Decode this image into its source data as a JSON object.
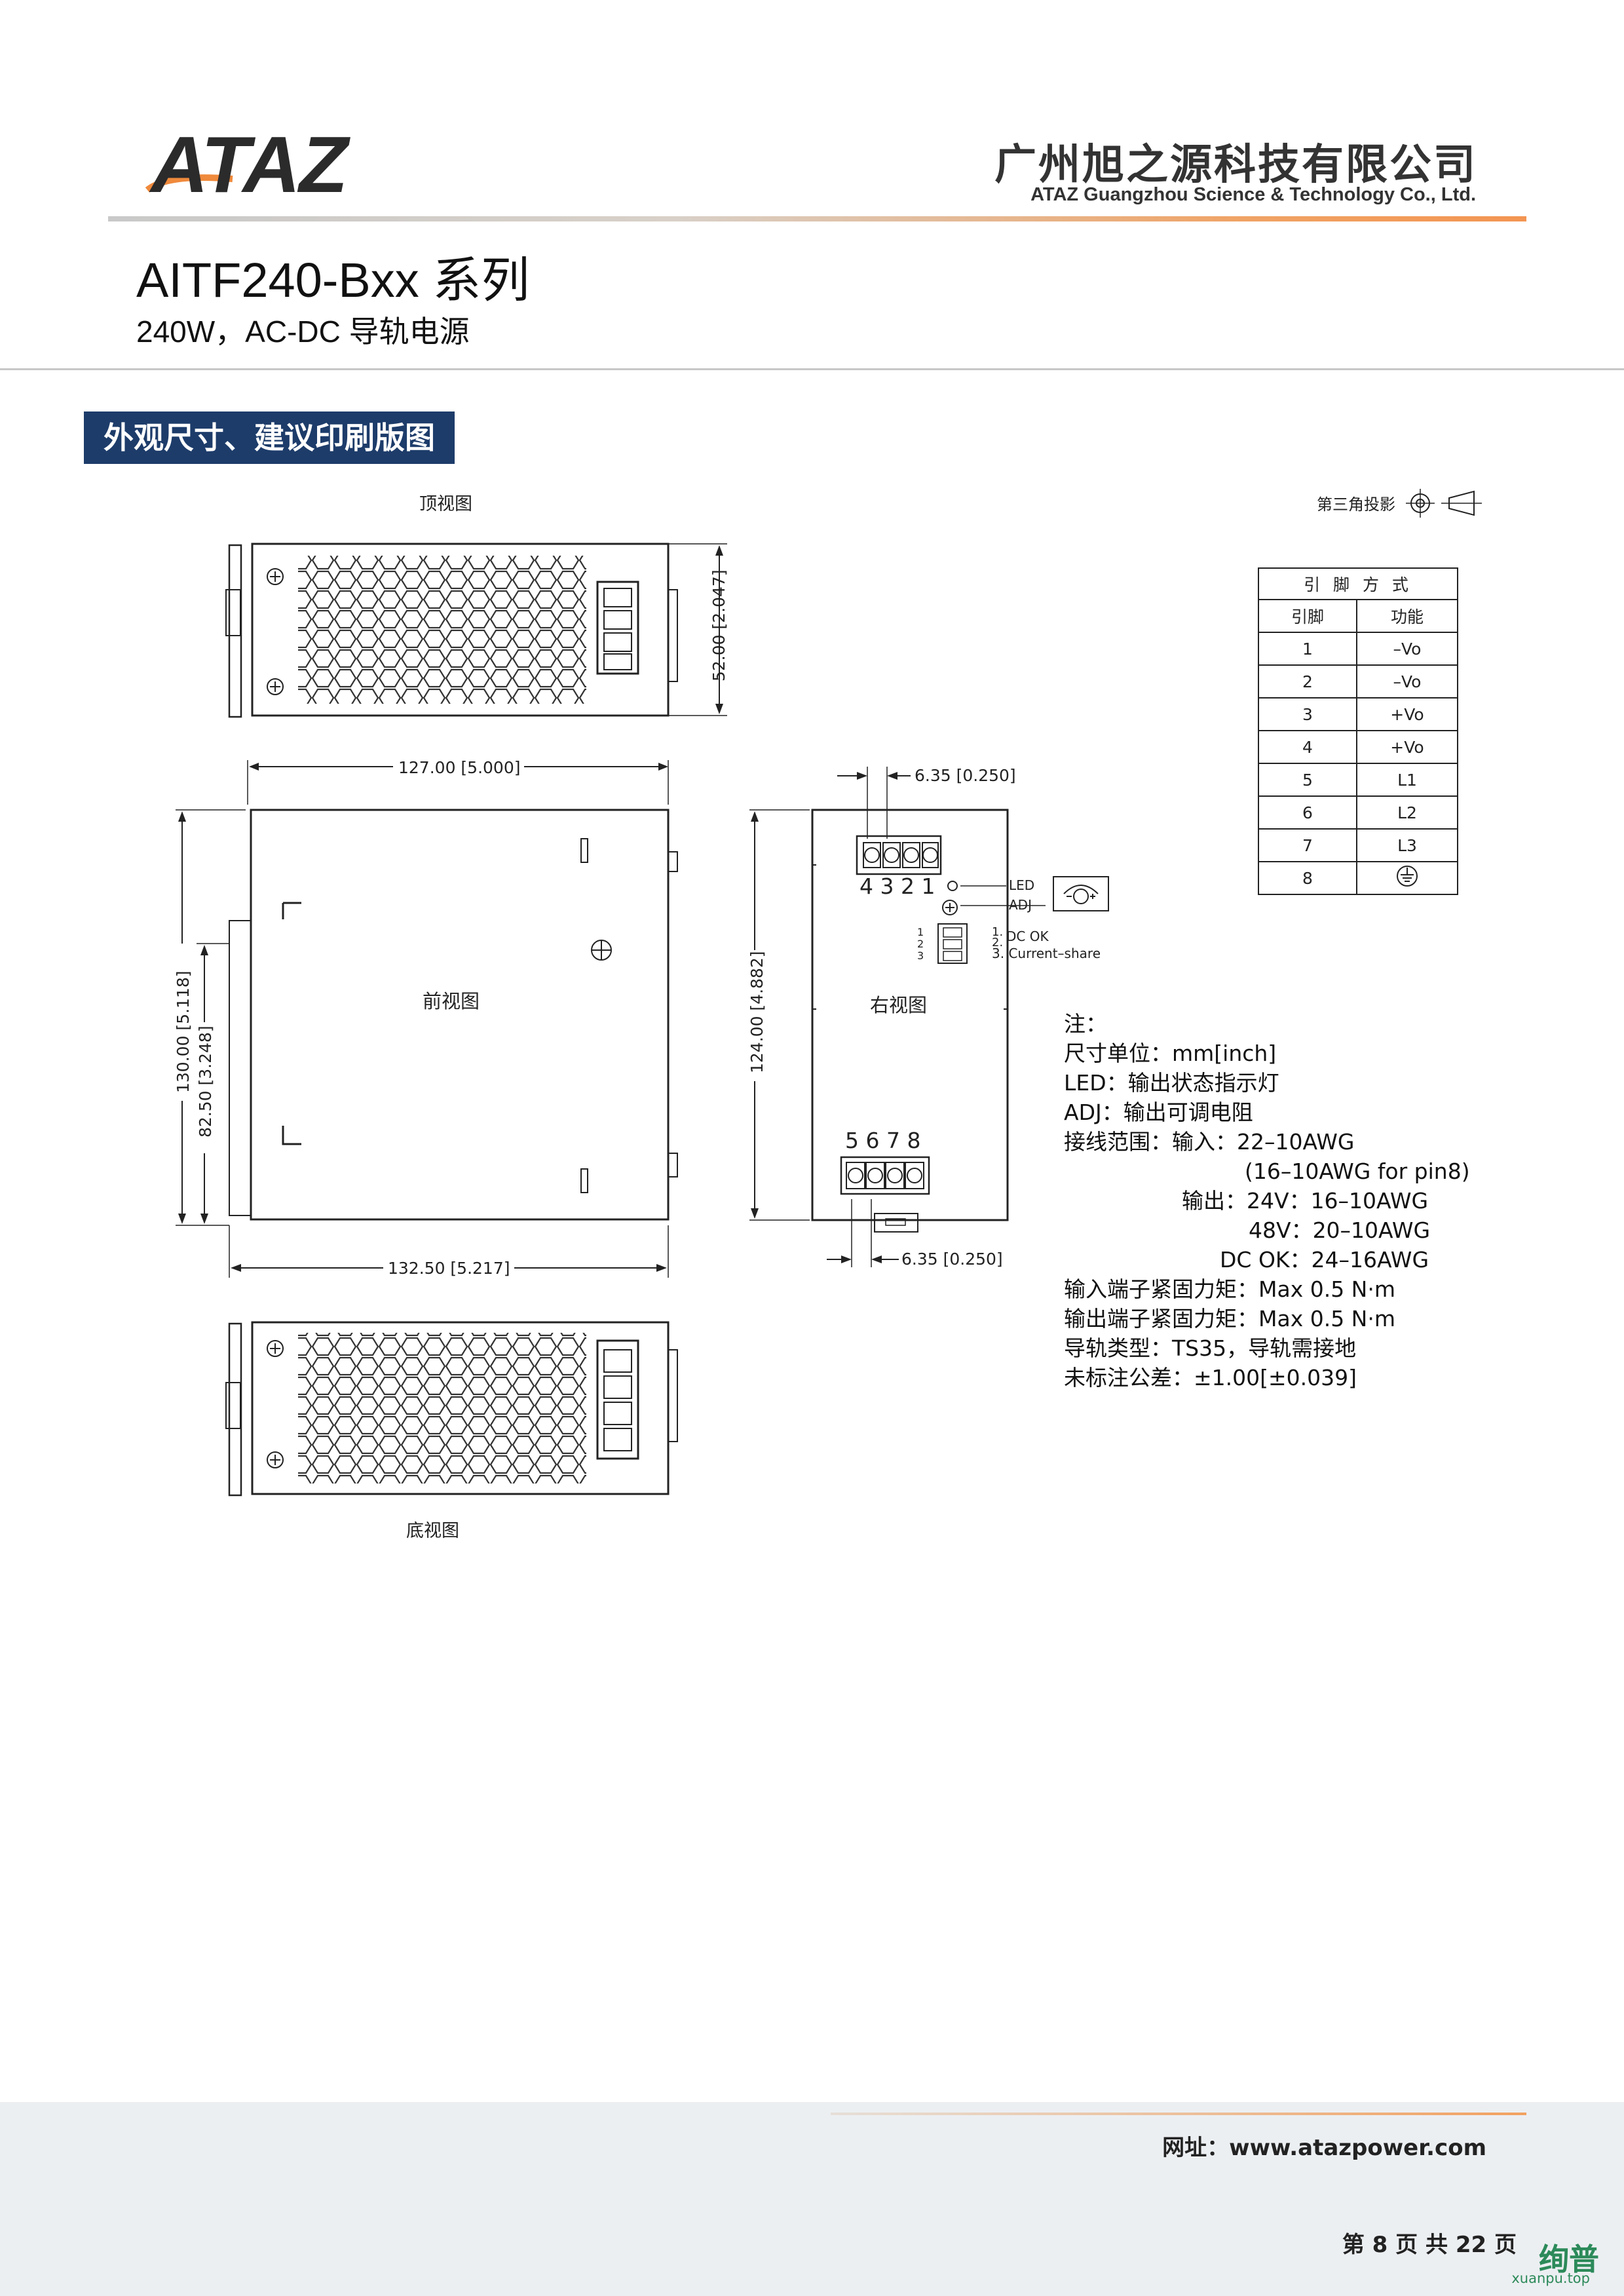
{
  "header": {
    "logo_text": "ATAZ",
    "company_cn": "广州旭之源科技有限公司",
    "company_en": "ATAZ Guangzhou Science & Technology Co., Ltd."
  },
  "product": {
    "title": "AITF240-Bxx 系列",
    "subtitle": "240W，AC-DC 导轨电源"
  },
  "section_title": "外观尺寸、建议印刷版图",
  "drawing": {
    "top_view": "顶视图",
    "front_view": "前视图",
    "right_view": "右视图",
    "bottom_view": "底视图",
    "projection": "第三角投影",
    "dims": {
      "height_top": "52.00 [2.047]",
      "width_front": "127.00 [5.000]",
      "height_front": "130.00 [5.118]",
      "rail_height": "82.50 [3.248]",
      "depth_bottom": "132.50 [5.217]",
      "height_right": "124.00 [4.882]",
      "pitch_top": "6.35 [0.250]",
      "pitch_bottom": "6.35 [0.250]"
    },
    "pins_top": "4 3 2 1",
    "pins_bottom": "5 6 7 8",
    "led": "LED",
    "adj": "ADJ",
    "dcok_nums": "1.\n2.\n3.",
    "dcok": "DC OK",
    "current_share": "3. Current–share",
    "small_nums": "1\n2\n3"
  },
  "pin_table": {
    "title": "引 脚 方 式",
    "headers": [
      "引脚",
      "功能"
    ],
    "rows": [
      [
        "1",
        "–Vo"
      ],
      [
        "2",
        "–Vo"
      ],
      [
        "3",
        "+Vo"
      ],
      [
        "4",
        "+Vo"
      ],
      [
        "5",
        "L1"
      ],
      [
        "6",
        "L2"
      ],
      [
        "7",
        "L3"
      ],
      [
        "8",
        ""
      ]
    ]
  },
  "notes": {
    "l1": "注：",
    "l2": "尺寸单位：mm[inch]",
    "l3": "LED：输出状态指示灯",
    "l4": "ADJ：输出可调电阻",
    "l5": "接线范围：输入：22–10AWG",
    "l6": "(16–10AWG for pin8)",
    "l7": "输出：24V：16–10AWG",
    "l8": "48V：20–10AWG",
    "l9": "DC OK：24–16AWG",
    "l10": "输入端子紧固力矩：Max 0.5 N·m",
    "l11": "输出端子紧固力矩：Max 0.5 N·m",
    "l12": "导轨类型：TS35，导轨需接地",
    "l13": "未标注公差：±1.00[±0.039]"
  },
  "footer": {
    "website": "网址：www.atazpower.com",
    "page": "第 8 页 共 22 页",
    "watermark": "绚普",
    "watermark_sub": "xuanpu.top"
  },
  "colors": {
    "accent": "#f39552",
    "section_bg": "#1d3c6a"
  }
}
